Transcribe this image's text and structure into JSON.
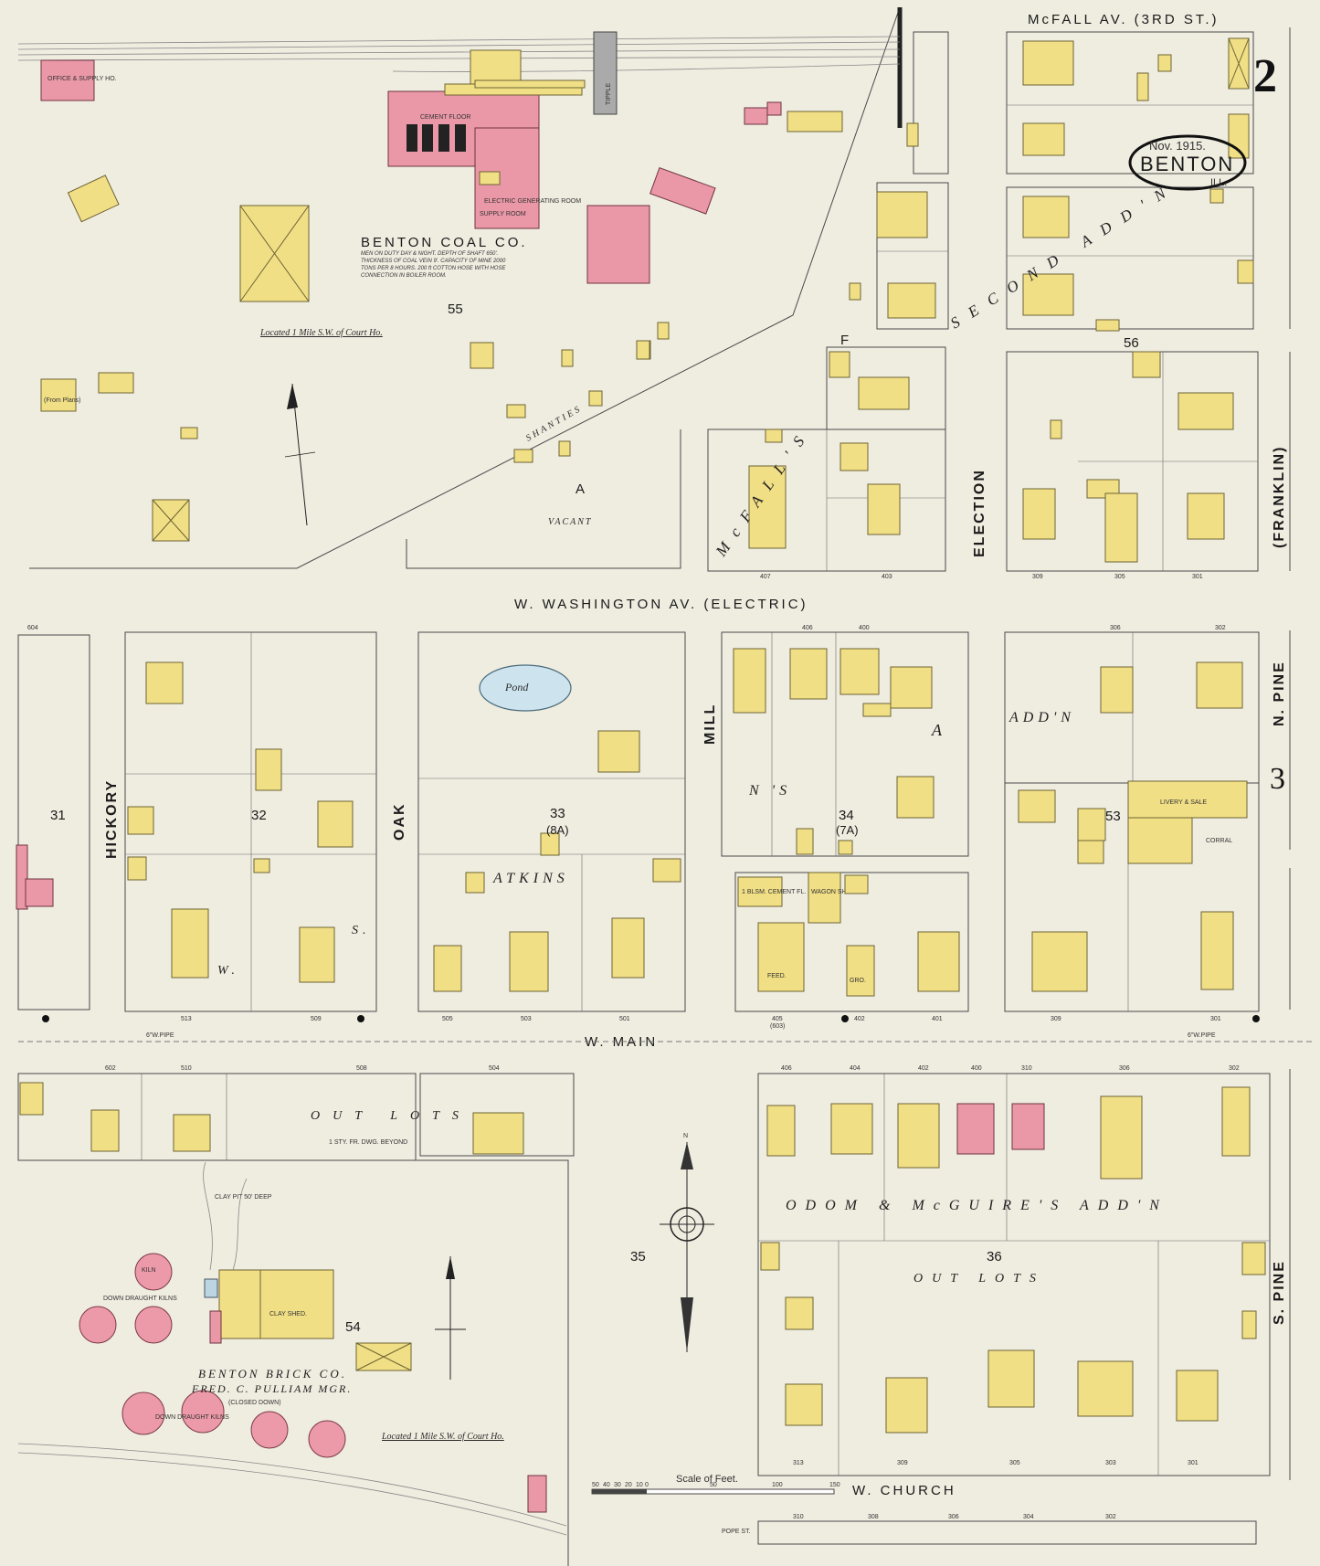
{
  "sheet": {
    "number": "2",
    "adjoining_sheet": "3",
    "date": "Nov. 1915.",
    "town": "BENTON",
    "state": "ILL."
  },
  "streets": {
    "mcfall": "McFALL AV. (3RD ST.)",
    "washington": "W. WASHINGTON AV. (ELECTRIC)",
    "main": "W. MAIN",
    "church": "W. CHURCH",
    "hickory": "HICKORY",
    "oak": "OAK",
    "mill": "MILL",
    "election": "ELECTION",
    "franklin": "(FRANKLIN)",
    "n_pine": "N. PINE",
    "s_pine": "S. PINE",
    "pope": "POPE ST."
  },
  "additions": {
    "second_addn": "SECOND ADD'N",
    "mcfalls": "McFALL'S",
    "atkins": "ATKINS",
    "addn": "ADD'N",
    "ws": "W. S.",
    "odom": "ODOM & McGUIRE'S ADD'N",
    "outlots_main": "OUT LOTS",
    "outlots_36": "OUT LOTS"
  },
  "blocks": {
    "b55": "55",
    "b56": "56",
    "b31": "31",
    "b32": "32",
    "b33": "33",
    "b33a": "(8A)",
    "b34": "34",
    "b34a": "(7A)",
    "b53": "53",
    "b35": "35",
    "b36": "36",
    "b54": "54",
    "a": "A",
    "f": "F"
  },
  "labels": {
    "coal_co": "BENTON COAL CO.",
    "coal_note": "MEN ON DUTY DAY & NIGHT. DEPTH OF SHAFT 650'. THICKNESS OF COAL VEIN 9'. CAPACITY OF MINE 2000 TONS PER 8 HOURS. 200 ft COTTON HOSE WITH HOSE CONNECTION IN BOILER ROOM.",
    "located_coal": "Located 1 Mile S.W. of Court Ho.",
    "located_brick": "Located 1 Mile S.W. of Court Ho.",
    "brick_co": "BENTON BRICK CO.",
    "brick_mgr": "FRED. C. PULLIAM MGR.",
    "brick_status": "(CLOSED DOWN)",
    "shanties": "SHANTIES",
    "vacant": "VACANT",
    "pond": "Pond",
    "clay_pit": "CLAY PIT 50' DEEP",
    "clay_shed": "CLAY SHED.",
    "kiln": "KILN",
    "kilns_note": "DOWN DRAUGHT KILNS",
    "down_draught": "DOWN DRAUGHT KILNS",
    "livery": "LIVERY & SALE",
    "corral": "CORRAL",
    "feed": "FEED.",
    "wagon_shed": "WAGON SHED.",
    "cement": "1 BLSM. CEMENT FL.",
    "gro": "GRO.",
    "office": "OFFICE & SUPPLY HO.",
    "from_plans": "(From Plans)",
    "cement_floor": "CEMENT FLOOR",
    "elec_gen": "ELECTRIC GENERATING ROOM",
    "supply": "SUPPLY ROOM",
    "tipple": "TIPPLE",
    "pipe1": "6\"W.PIPE",
    "pipe2": "6\"W.PIPE",
    "scale_title": "Scale of Feet.",
    "north_s": "N",
    "dwg_beyond": "1 STY. FR. DWG. BEYOND"
  },
  "scale": {
    "ticks": [
      "50",
      "40",
      "30",
      "20",
      "10",
      "0",
      "50",
      "100",
      "150"
    ]
  },
  "house_numbers": {
    "h407": "407",
    "h403": "403",
    "h309a": "309",
    "h305a": "305",
    "h301a": "301",
    "h406": "406",
    "h400": "400",
    "h306": "306",
    "h302": "302",
    "h513": "513",
    "h509": "509",
    "h505": "505",
    "h503": "503",
    "h501": "501",
    "h405": "405",
    "h603": "(603)",
    "h402": "402",
    "h401": "401",
    "h309b": "309",
    "h301b": "301",
    "h604": "604",
    "h602": "602",
    "h510": "510",
    "h508": "508",
    "h504": "504",
    "h406b": "406",
    "h404": "404",
    "h402b": "402",
    "h400b": "400",
    "h310": "310",
    "h306b": "306",
    "h302b": "302",
    "h313": "313",
    "h309c": "309",
    "h305c": "305",
    "h303": "303",
    "h301c": "301",
    "h310b": "310",
    "h308": "308",
    "h306c": "306",
    "h304": "304",
    "h302c": "302"
  }
}
